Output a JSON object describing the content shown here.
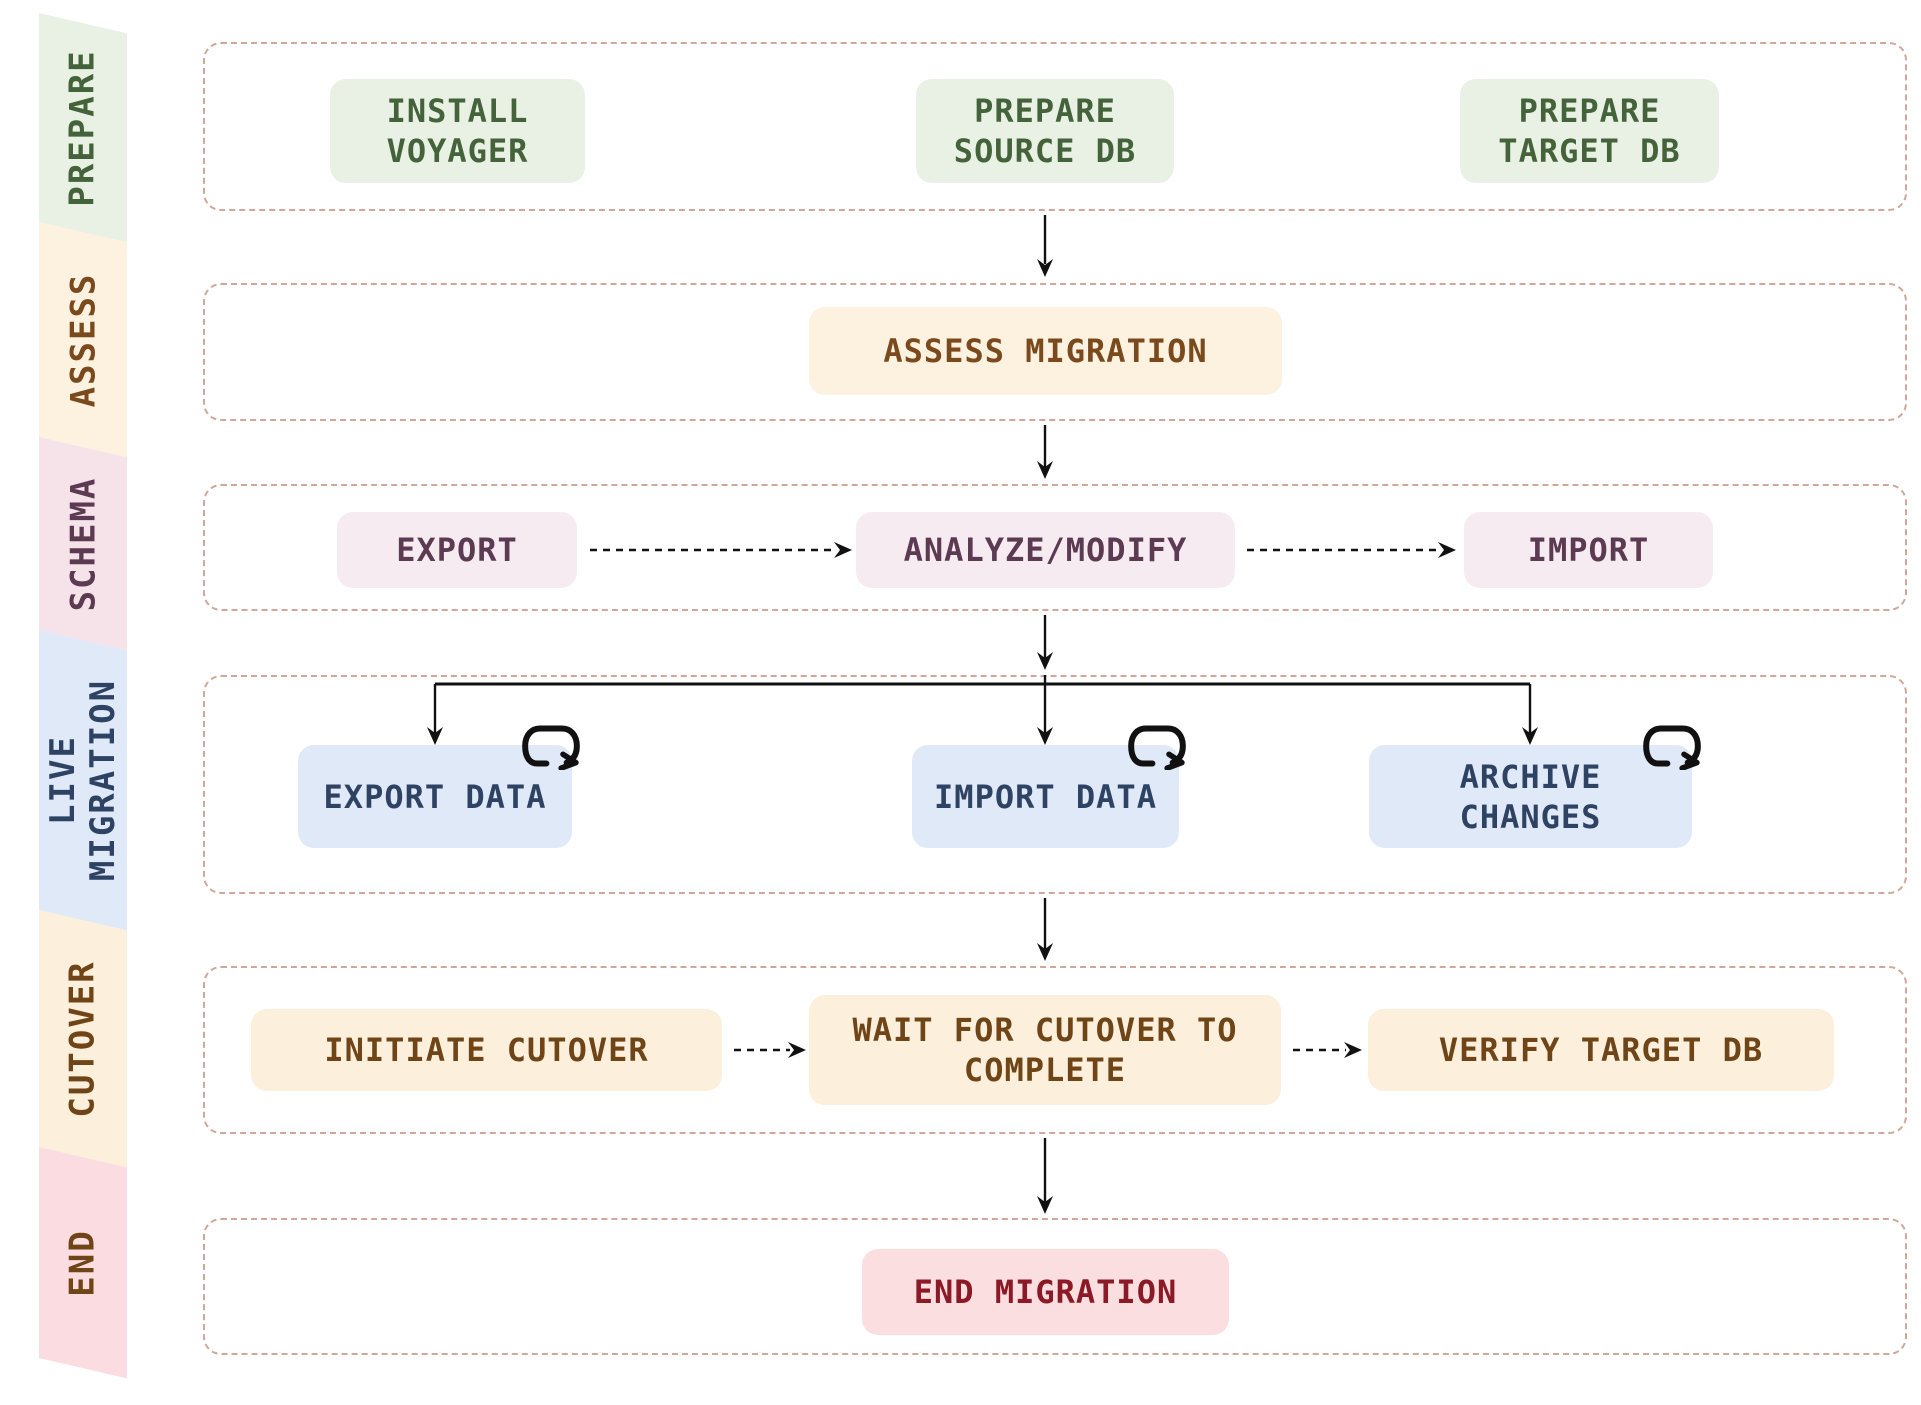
{
  "palette": {
    "canvas_bg": "#ffffff",
    "lane_border": "#cfa79b",
    "arrow": "#111111",
    "prepare_bg": "#e8f1e4",
    "prepare_fg": "#44633a",
    "assess_bg": "#fdf1e0",
    "assess_fg": "#7a4a1d",
    "schema_ribbon_bg": "#f5e3e9",
    "schema_node_bg": "#f6ebf1",
    "schema_fg": "#5c3a52",
    "live_bg": "#dfe9f7",
    "live_fg": "#2e4263",
    "cutover_bg": "#fcefdb",
    "cutover_fg": "#6f4518",
    "end_ribbon_bg": "#fbdce1",
    "end_node_bg": "#fbdfe0",
    "end_node_fg": "#8b1a26"
  },
  "sidebar": {
    "phases": [
      {
        "id": "prepare",
        "label": "PREPARE"
      },
      {
        "id": "assess",
        "label": "ASSESS"
      },
      {
        "id": "schema",
        "label": "SCHEMA"
      },
      {
        "id": "live-migration",
        "label": "LIVE\nMIGRATION"
      },
      {
        "id": "cutover",
        "label": "CUTOVER"
      },
      {
        "id": "end",
        "label": "END"
      }
    ]
  },
  "diagram": {
    "lanes": [
      {
        "phase": "prepare",
        "nodes": [
          {
            "label": "INSTALL\nVOYAGER"
          },
          {
            "label": "PREPARE\nSOURCE DB"
          },
          {
            "label": "PREPARE\nTARGET DB"
          }
        ]
      },
      {
        "phase": "assess",
        "nodes": [
          {
            "label": "ASSESS MIGRATION"
          }
        ]
      },
      {
        "phase": "schema",
        "nodes": [
          {
            "label": "EXPORT"
          },
          {
            "label": "ANALYZE/MODIFY"
          },
          {
            "label": "IMPORT"
          }
        ]
      },
      {
        "phase": "live-migration",
        "nodes": [
          {
            "label": "EXPORT DATA",
            "icon": "loop-arrow-icon"
          },
          {
            "label": "IMPORT DATA",
            "icon": "loop-arrow-icon"
          },
          {
            "label": "ARCHIVE\nCHANGES",
            "icon": "loop-arrow-icon"
          }
        ]
      },
      {
        "phase": "cutover",
        "nodes": [
          {
            "label": "INITIATE CUTOVER"
          },
          {
            "label": "WAIT FOR CUTOVER TO\nCOMPLETE"
          },
          {
            "label": "VERIFY TARGET DB"
          }
        ]
      },
      {
        "phase": "end",
        "nodes": [
          {
            "label": "END MIGRATION"
          }
        ]
      }
    ],
    "edges": [
      {
        "from": "prepare-lane",
        "to": "assess-migration",
        "style": "solid-arrow"
      },
      {
        "from": "assess-migration",
        "to": "analyze-modify",
        "style": "solid-arrow"
      },
      {
        "from": "export-schema",
        "to": "analyze-modify",
        "style": "dashed-arrow"
      },
      {
        "from": "analyze-modify",
        "to": "import-schema",
        "style": "dashed-arrow"
      },
      {
        "from": "analyze-modify",
        "to": "export-data",
        "style": "solid-arrow"
      },
      {
        "from": "analyze-modify",
        "to": "import-data",
        "style": "solid-arrow"
      },
      {
        "from": "analyze-modify",
        "to": "archive-changes",
        "style": "solid-arrow"
      },
      {
        "from": "live-migration-lane",
        "to": "cutover-lane",
        "style": "solid-arrow"
      },
      {
        "from": "initiate-cutover",
        "to": "wait-for-cutover-to-complete",
        "style": "dashed-arrow"
      },
      {
        "from": "wait-for-cutover-to-complete",
        "to": "verify-target-db",
        "style": "dashed-arrow"
      },
      {
        "from": "cutover-lane",
        "to": "end-migration",
        "style": "solid-arrow"
      }
    ]
  }
}
